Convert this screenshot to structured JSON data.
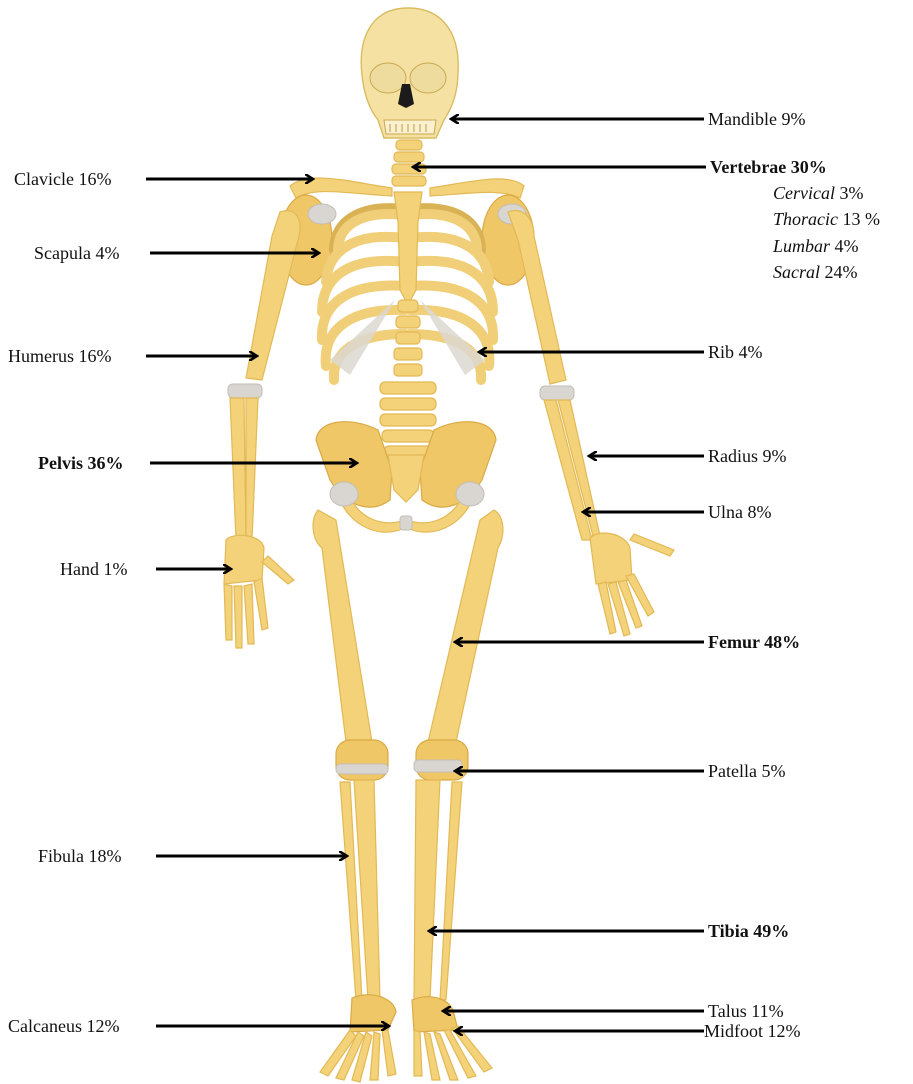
{
  "labels": {
    "mandible": "Mandible 9%",
    "vertebrae": "Vertebrae 30%",
    "cervical_name": "Cervical",
    "cervical_value": " 3%",
    "thoracic_name": "Thoracic",
    "thoracic_value": " 13 %",
    "lumbar_name": "Lumbar",
    "lumbar_value": " 4%",
    "sacral_name": "Sacral",
    "sacral_value": " 24%",
    "clavicle": "Clavicle 16%",
    "scapula": "Scapula 4%",
    "humerus": "Humerus 16%",
    "rib": "Rib 4%",
    "pelvis": "Pelvis 36%",
    "radius": "Radius 9%",
    "ulna": "Ulna 8%",
    "hand": "Hand 1%",
    "femur": "Femur 48%",
    "patella": "Patella 5%",
    "fibula": "Fibula 18%",
    "tibia": "Tibia 49%",
    "calcaneus": "Calcaneus 12%",
    "talus": "Talus 11%",
    "midfoot": "Midfoot 12%"
  },
  "colors": {
    "bone": "#f3d27a",
    "bone_shade": "#f0c766",
    "cartilage": "#d9d6d1",
    "arrow": "#000000"
  }
}
